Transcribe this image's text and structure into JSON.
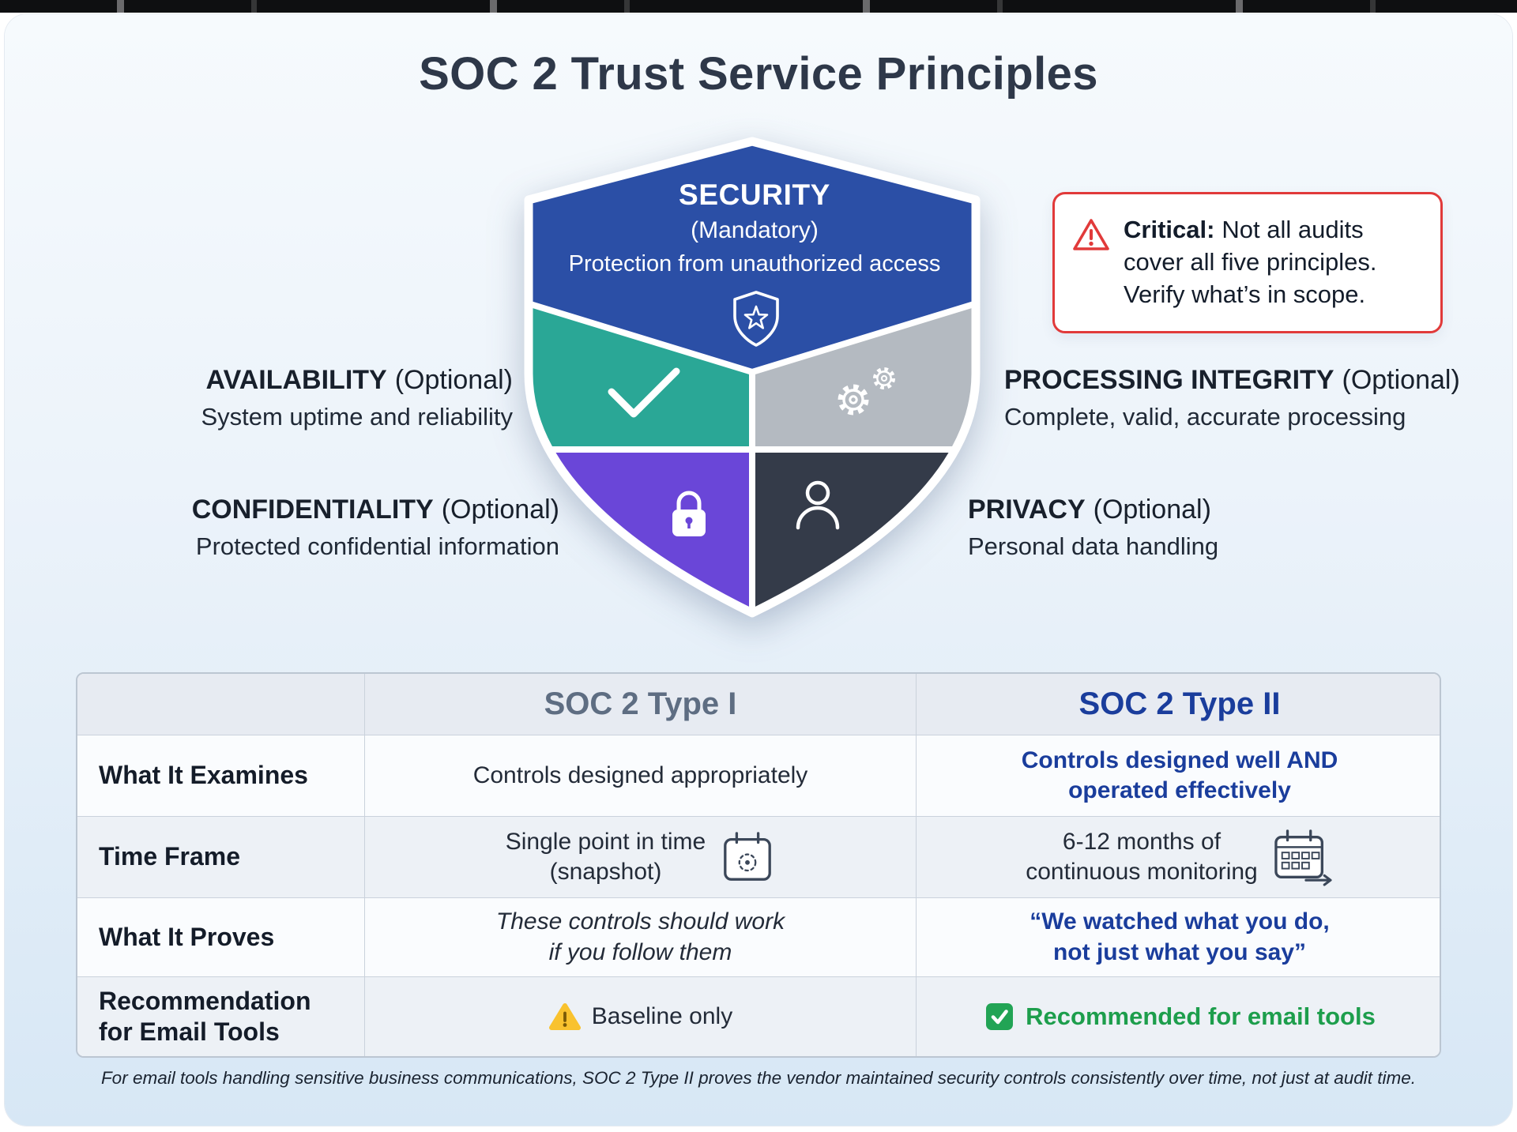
{
  "title": "SOC 2 Trust Service Principles",
  "shield": {
    "security": {
      "name": "SECURITY",
      "tag": "(Mandatory)",
      "desc": "Protection from unauthorized access"
    },
    "availability": {
      "name": "AVAILABILITY",
      "tag": "(Optional)",
      "desc": "System uptime and reliability"
    },
    "processing": {
      "name": "PROCESSING INTEGRITY",
      "tag": "(Optional)",
      "desc": "Complete, valid, accurate processing"
    },
    "confidentiality": {
      "name": "CONFIDENTIALITY",
      "tag": "(Optional)",
      "desc": "Protected confidential information"
    },
    "privacy": {
      "name": "PRIVACY",
      "tag": "(Optional)",
      "desc": "Personal data handling"
    }
  },
  "colors": {
    "security_blue": "#2b4fa6",
    "availability_teal": "#2aa796",
    "processing_gray": "#b4bac1",
    "confidentiality_purple": "#6a46d8",
    "privacy_charcoal": "#343b49",
    "type2_navy": "#1a3d9c",
    "type1_gray": "#5e6d82",
    "recommend_green": "#1d9e4c",
    "alert_red": "#e13a3a",
    "warning_yellow": "#f9c22e"
  },
  "icons": {
    "security": "shield-star-icon",
    "availability": "checkmark-icon",
    "processing": "gears-icon",
    "confidentiality": "lock-icon",
    "privacy": "person-icon",
    "callout": "warning-triangle-icon",
    "timeframe_type1": "calendar-snapshot-icon",
    "timeframe_type2": "calendar-monitoring-icon",
    "recommendation_type1": "warning-icon",
    "recommendation_type2": "check-square-icon"
  },
  "callout": {
    "lead": "Critical:",
    "line1": "Not all audits",
    "line2": "cover all five principles.",
    "line3": "Verify what’s in scope."
  },
  "table": {
    "header": {
      "type1": "SOC 2 Type I",
      "type2": "SOC 2 Type II"
    },
    "examines": {
      "label": "What It Examines",
      "t1": "Controls designed appropriately",
      "t2l1": "Controls designed well AND",
      "t2l2": "operated effectively"
    },
    "timeframe": {
      "label": "Time Frame",
      "t1l1": "Single point in time",
      "t1l2": "(snapshot)",
      "t2l1": "6-12 months of",
      "t2l2": "continuous monitoring"
    },
    "proves": {
      "label": "What It Proves",
      "t1l1": "These controls should work",
      "t1l2": "if you follow them",
      "t2l1": "“We watched what you do,",
      "t2l2": "not just what you say”"
    },
    "recommendation": {
      "label_l1": "Recommendation",
      "label_l2": "for Email Tools",
      "t1": "Baseline only",
      "t2": "Recommended for email tools"
    }
  },
  "footnote": "For email tools handling sensitive business communications, SOC 2 Type II proves the vendor maintained security controls consistently over time, not just at audit time."
}
